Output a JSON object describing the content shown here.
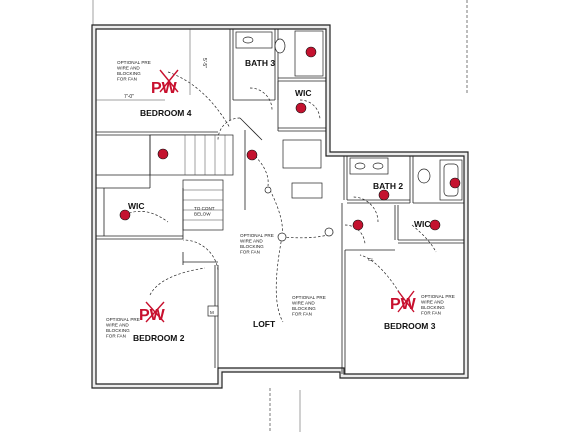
{
  "rooms": {
    "bedroom4": "BEDROOM 4",
    "bath3": "BATH 3",
    "wic_top": "WIC",
    "bath2": "BATH 2",
    "wic_left": "WIC",
    "wic_right": "WIC",
    "loft": "LOFT",
    "bedroom2": "BEDROOM 2",
    "bedroom3": "BEDROOM 3"
  },
  "pw_label": "PW",
  "notes": {
    "bedroom4_fan": [
      "OPTIONAL PRE",
      "WIRE AND",
      "BLOCKING",
      "FOR FAN"
    ],
    "loft_fan_left": [
      "OPTIONAL PRE",
      "WIRE AND",
      "BLOCKING",
      "FOR FAN"
    ],
    "loft_fan_right": [
      "OPTIONAL PRE",
      "WIRE AND",
      "BLOCKING",
      "FOR FAN"
    ],
    "bedroom2_fan": [
      "OPTIONAL PRE",
      "WIRE AND",
      "BLOCKING",
      "FOR FAN"
    ],
    "bedroom3_fan": [
      "OPTIONAL PRE",
      "WIRE AND",
      "BLOCKING",
      "FOR FAN"
    ],
    "stair_note": [
      "TO CONT",
      "BELOW"
    ]
  },
  "dimensions": {
    "bedroom4_width": "7'-0\"",
    "bedroom4_height": "5'-5\""
  },
  "symbols": {
    "loft_fixture": "M",
    "bath2_cl": "CL"
  }
}
